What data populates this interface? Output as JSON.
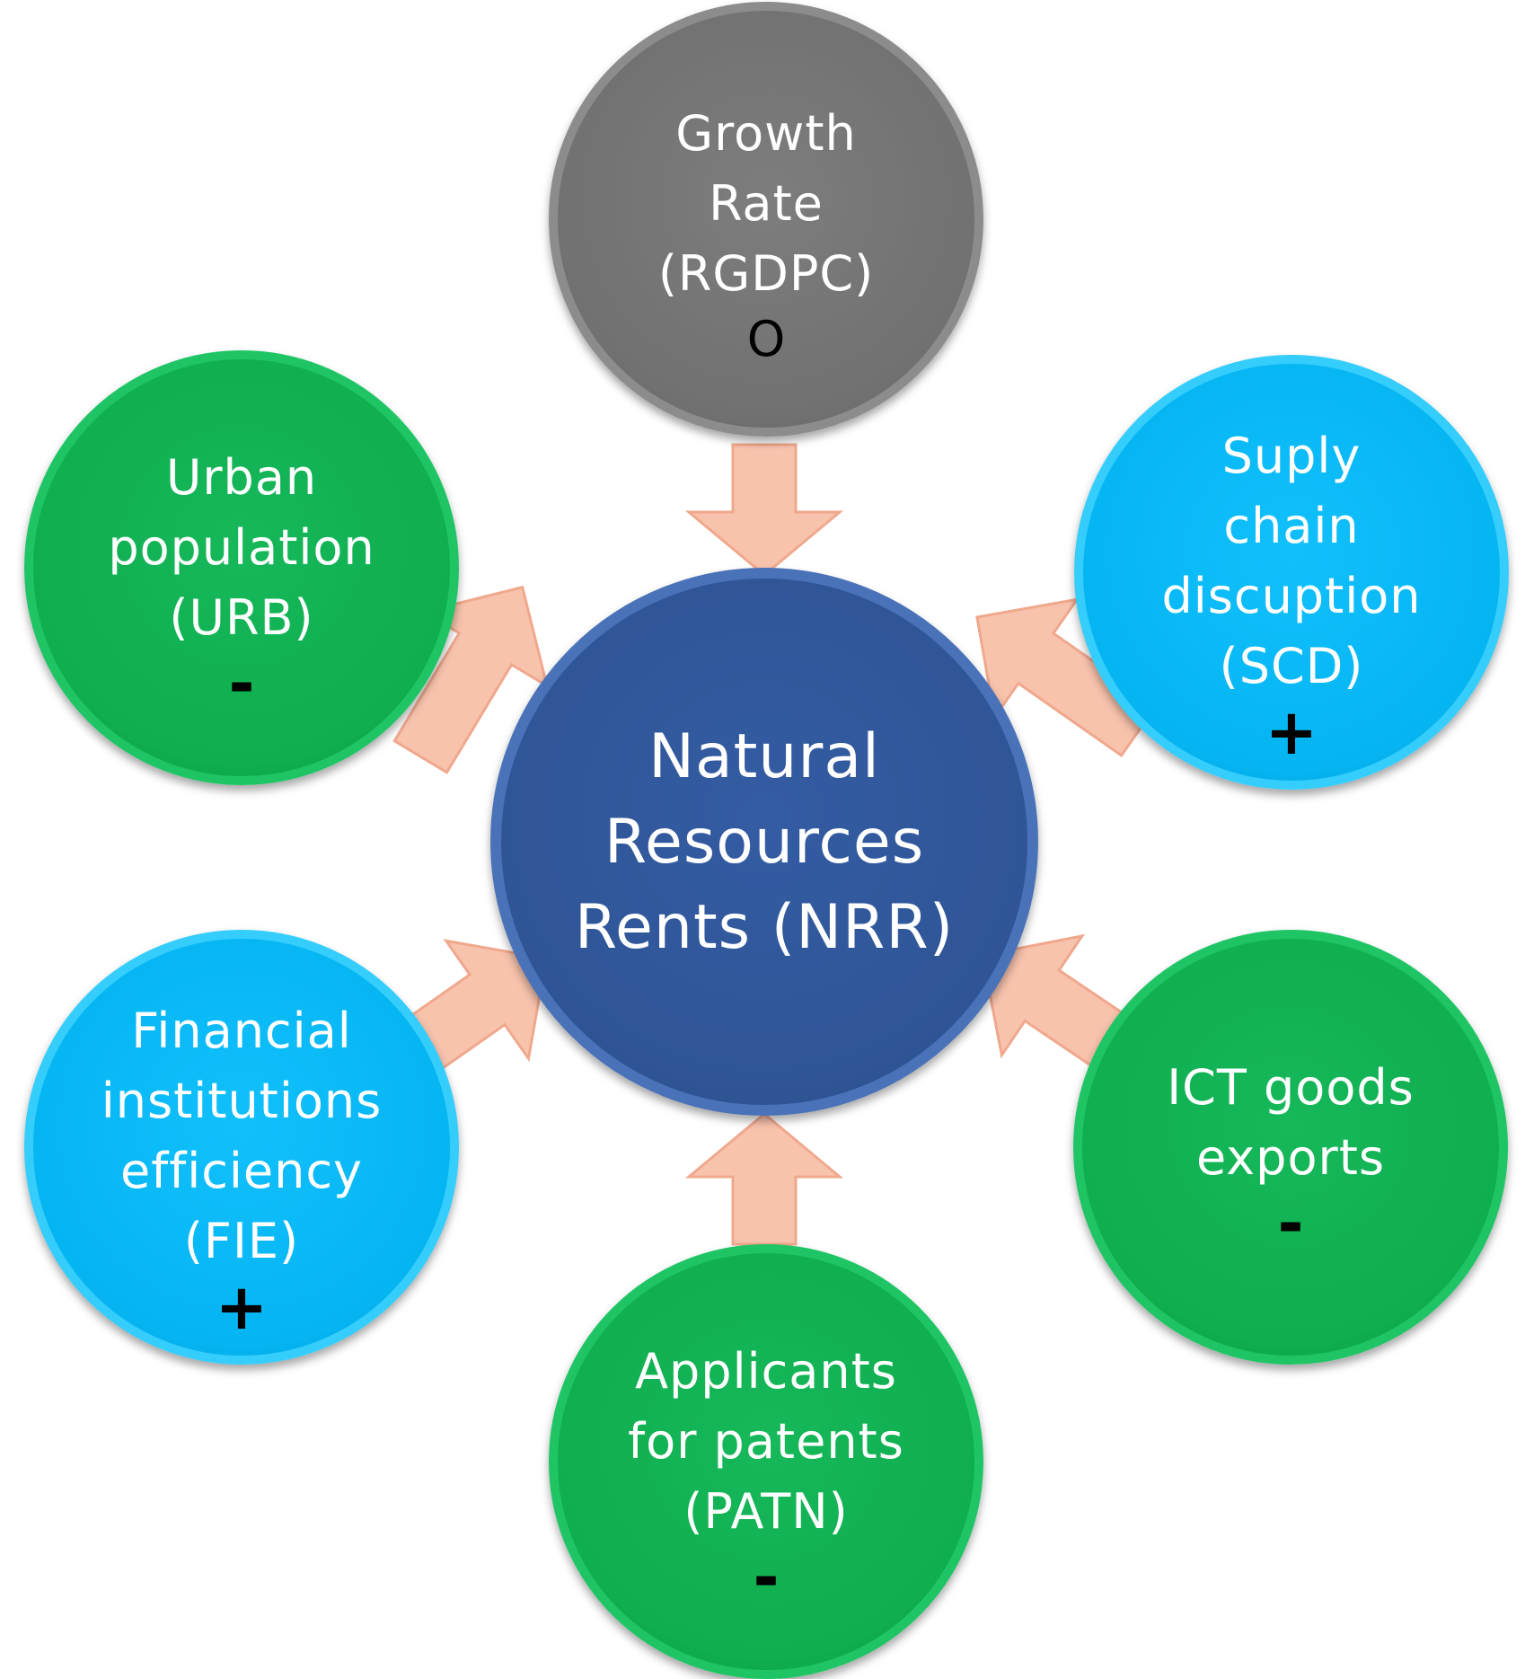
{
  "center": {
    "label": "Natural\nResources\nRents (NRR)"
  },
  "nodes": [
    {
      "id": "rgdpc",
      "label": "Growth\nRate\n(RGDPC)",
      "sign": "O",
      "color": "#717171"
    },
    {
      "id": "scd",
      "label": "Suply\nchain\ndiscuption\n(SCD)",
      "sign": "+",
      "color": "#05b5f2"
    },
    {
      "id": "ict",
      "label": "ICT goods\nexports",
      "sign": "-",
      "color": "#0fae4f"
    },
    {
      "id": "patn",
      "label": "Applicants\nfor patents\n(PATN)",
      "sign": "-",
      "color": "#0fae4f"
    },
    {
      "id": "fie",
      "label": "Financial\ninstitutions\nefficiency\n(FIE)",
      "sign": "+",
      "color": "#05b5f2"
    },
    {
      "id": "urb",
      "label": "Urban\npopulation\n(URB)",
      "sign": "-",
      "color": "#0fae4f"
    }
  ],
  "colors": {
    "arrow": "#f8c3ad",
    "center": "#2f5596"
  }
}
